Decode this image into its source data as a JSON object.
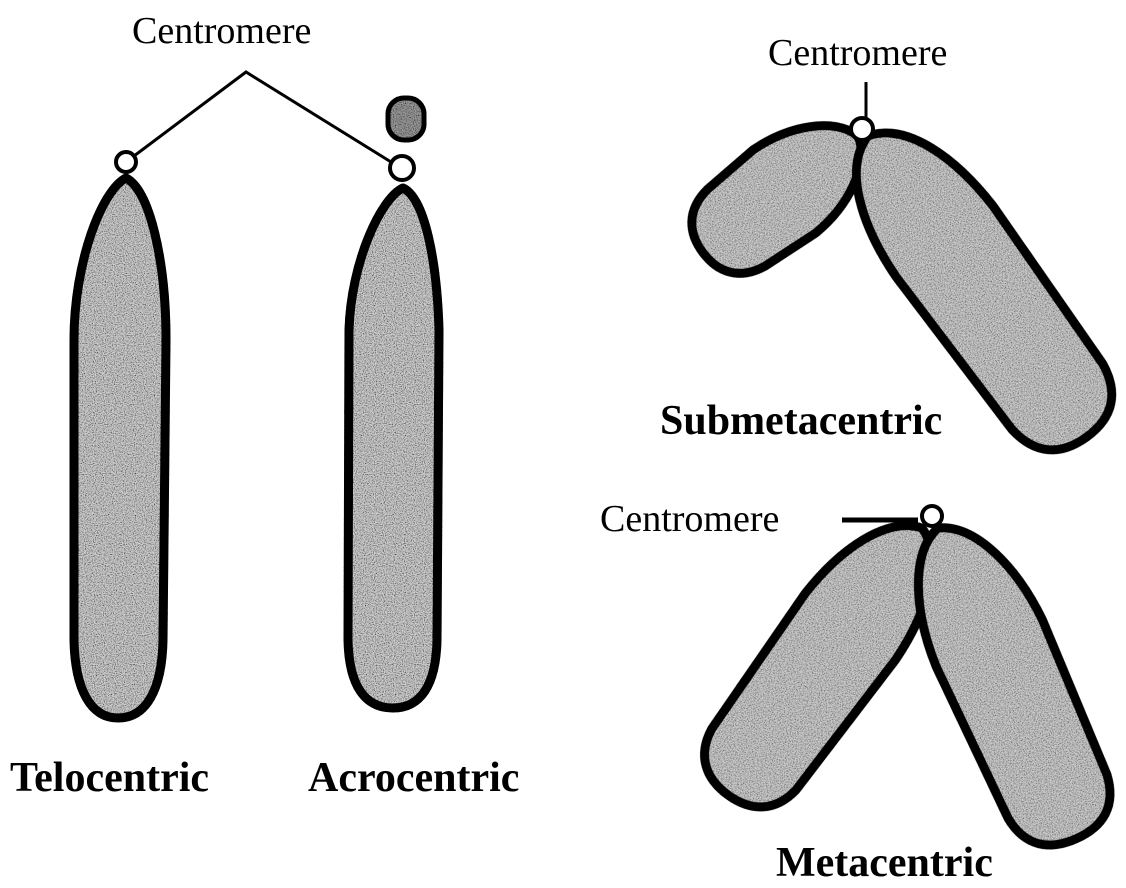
{
  "diagram": {
    "colors": {
      "background": "#ffffff",
      "ink": "#000000",
      "chromatin": "#cfcfcf",
      "stipple": "#6a6a6a"
    },
    "labels": {
      "centromere_shared": "Centromere",
      "centromere_submetacentric": "Centromere",
      "centromere_metacentric": "Centromere",
      "telocentric": "Telocentric",
      "acrocentric": "Acrocentric",
      "submetacentric": "Submetacentric",
      "metacentric": "Metacentric"
    }
  }
}
